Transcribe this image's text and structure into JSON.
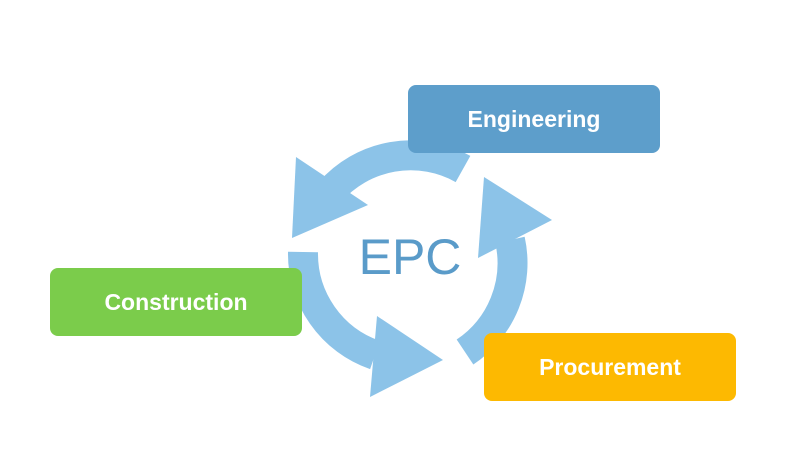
{
  "center_label": "EPC",
  "stages": [
    {
      "label": "Engineering",
      "color": "#5d9ecb"
    },
    {
      "label": "Procurement",
      "color": "#fdb901"
    },
    {
      "label": "Construction",
      "color": "#7bcc4b"
    }
  ],
  "cycle_color": "#8cc3e8"
}
